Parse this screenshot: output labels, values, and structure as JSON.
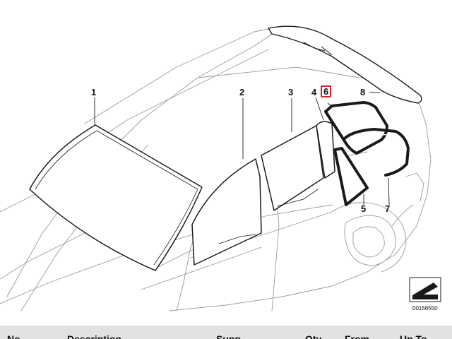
{
  "diagram": {
    "callouts": [
      "1",
      "2",
      "3",
      "4",
      "6",
      "8",
      "5",
      "7"
    ],
    "highlighted_callout": "6",
    "diagram_id": "00156550",
    "highlight_color": "#e02020",
    "line_color": "#1a1a1a",
    "navigation_icon": "arrow-down-left-icon"
  },
  "parts_table": {
    "columns": [
      "No.",
      "Description",
      "Supp.",
      "Qty",
      "From",
      "Up To"
    ]
  }
}
